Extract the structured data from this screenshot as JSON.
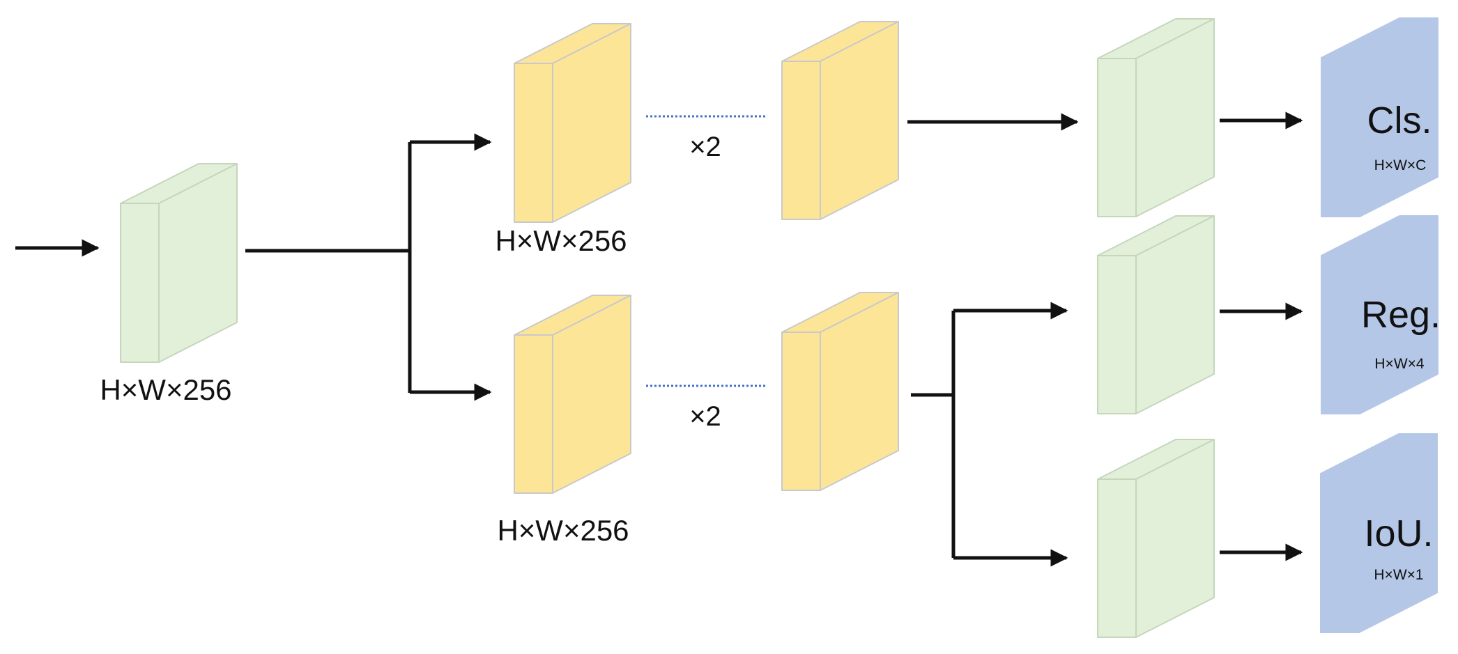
{
  "colors": {
    "green_front": "#e2efd9",
    "green_side": "#e2efd9",
    "green_edge": "#c5d6bb",
    "yellow_front": "#fde598",
    "yellow_side": "#fde598",
    "yellow_edge": "#c9c9c9",
    "blue_front": "#b4c7e7",
    "blue_edge": "#b4c7e7",
    "arrow": "#111111",
    "dotted": "#4472c4"
  },
  "labels": {
    "input_dim": "H×W×256",
    "cls_branch_dim": "H×W×256",
    "reg_branch_dim": "H×W×256",
    "cls_repeat": "×2",
    "reg_repeat": "×2"
  },
  "heads": {
    "cls": {
      "label": "Cls.",
      "dim": "H×W×C"
    },
    "reg": {
      "label": "Reg.",
      "dim": "H×W×4"
    },
    "iou": {
      "label": "IoU.",
      "dim": "H×W×1"
    }
  }
}
